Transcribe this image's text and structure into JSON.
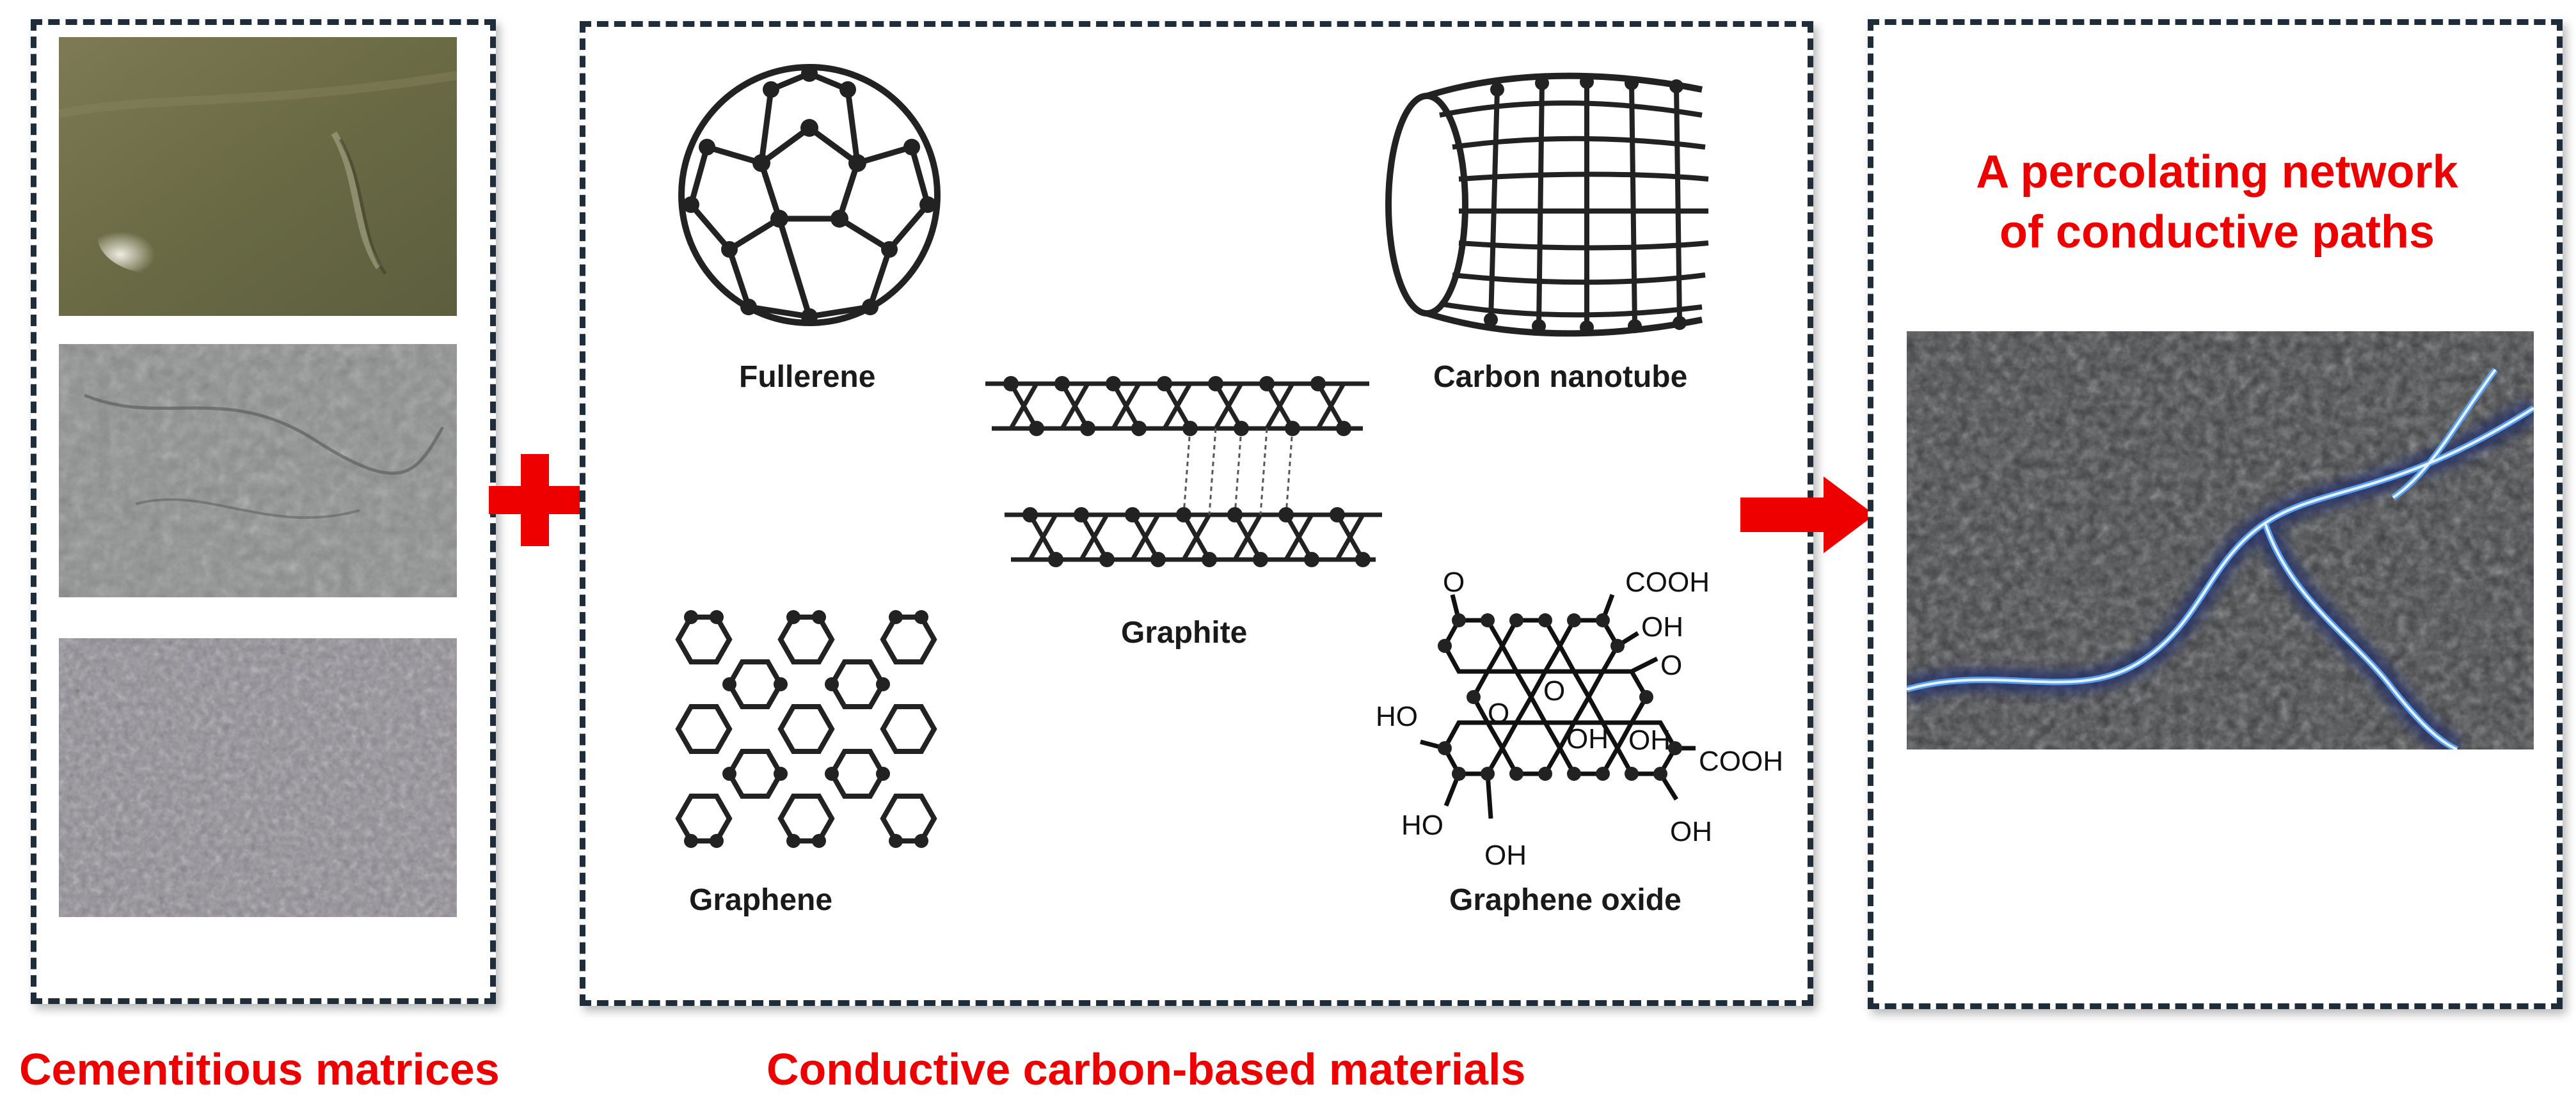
{
  "panels": {
    "left_caption": "Cementitious matrices",
    "middle_caption": "Conductive carbon-based materials",
    "right_title_line1": "A percolating network",
    "right_title_line2": "of conductive paths"
  },
  "materials": {
    "fullerene": "Fullerene",
    "nanotube": "Carbon nanotube",
    "graphite": "Graphite",
    "graphene": "Graphene",
    "graphene_oxide": "Graphene oxide"
  },
  "chem_groups": {
    "o_top": "O",
    "cooh_top": "COOH",
    "oh_top": "OH",
    "o_right": "O",
    "ho_left": "HO",
    "o_mid1": "O",
    "o_mid2": "O",
    "oh_mid1": "OH",
    "oh_mid2": "OH",
    "cooh_right": "COOH",
    "ho_bottom_left": "HO",
    "oh_bottom": "OH",
    "oh_bottom_right": "OH"
  },
  "colors": {
    "accent_red": "#ee0000",
    "border": "#1f2d3a",
    "lightning": "#5aa9ff"
  },
  "icons": [
    "plus-icon",
    "arrow-right-icon"
  ]
}
